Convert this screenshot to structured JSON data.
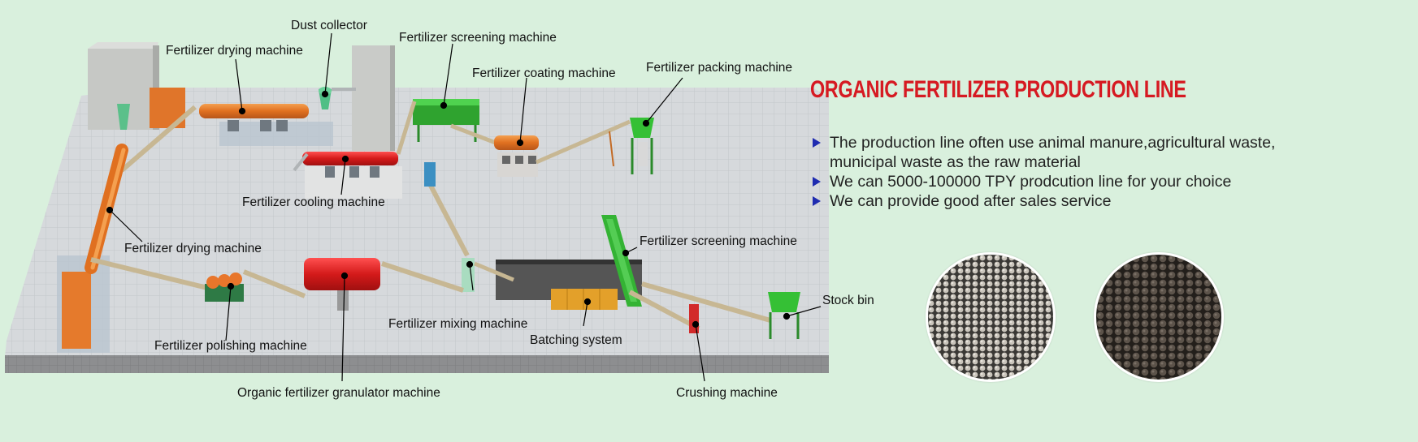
{
  "banner": {
    "title": "ORGANIC FERTILIZER PRODUCTION LINE",
    "features": [
      "The production line often use animal manure,agricultural waste, municipal waste as the raw material",
      "We can 5000-100000 TPY prodcution line for your choice",
      "We can provide good after sales service"
    ],
    "colors": {
      "background": "#d9f0dd",
      "title": "#d61a22",
      "bullet": "#1e2bb0",
      "platform": "#d4d7da",
      "platform_edge": "#8f9092"
    }
  },
  "diagram": {
    "labels": {
      "dust_collector": "Dust collector",
      "drying_top": "Fertilizer drying machine",
      "screening_top": "Fertilizer screening machine",
      "coating": "Fertilizer coating machine",
      "packing": "Fertilizer packing machine",
      "cooling": "Fertilizer cooling machine",
      "drying_left": "Fertilizer drying machine",
      "screening_right": "Fertilizer screening machine",
      "stock_bin": "Stock bin",
      "mixing": "Fertilizer mixing machine",
      "batching": "Batching system",
      "polishing": "Fertilizer polishing machine",
      "granulator": "Organic fertilizer granulator machine",
      "crushing": "Crushing machine"
    }
  },
  "samples": [
    {
      "name": "light-granules",
      "color": "#b9b3aa"
    },
    {
      "name": "dark-granules",
      "color": "#5a5147"
    }
  ]
}
